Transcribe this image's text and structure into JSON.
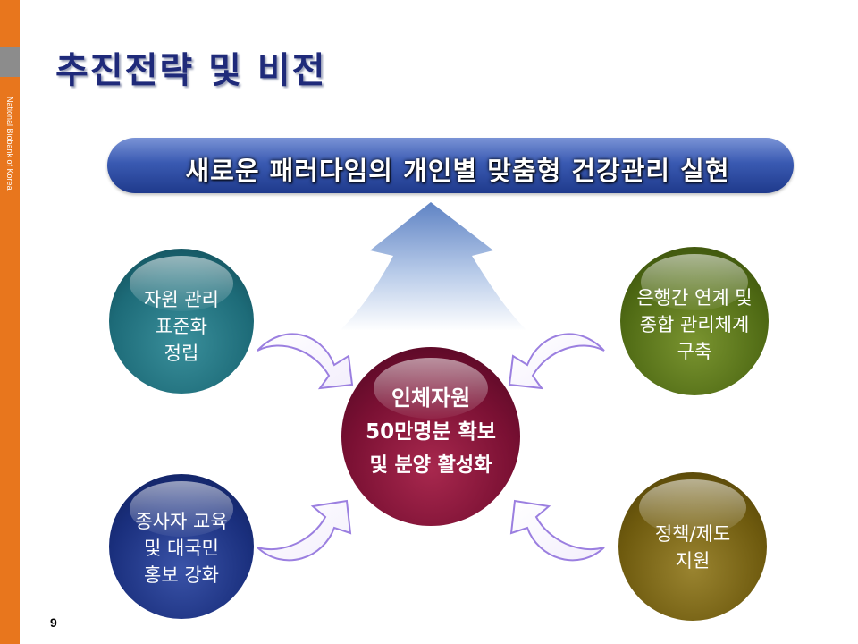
{
  "sidebar": {
    "text": "National Biobank of Korea"
  },
  "title": "추진전략 및 비전",
  "banner": {
    "text": "새로운 패러다임의 개인별 맞춤형 건강관리 실현"
  },
  "center": {
    "line1": "인체자원",
    "line2": "50만명분 확보",
    "line3": "및 분양 활성화",
    "color": "#7a1033"
  },
  "circles": {
    "top_left": {
      "lines": [
        "자원 관리",
        "표준화",
        "정립"
      ],
      "color": "#1d6b78"
    },
    "top_right": {
      "lines": [
        "은행간 연계 및",
        "종합 관리체계",
        "구축"
      ],
      "color": "#4f6a14"
    },
    "bottom_left": {
      "lines": [
        "종사자 교육",
        "및 대국민",
        "홍보 강화"
      ],
      "color": "#1a2f7d"
    },
    "bottom_right": {
      "lines": [
        "정책/제도",
        "지원"
      ],
      "color": "#6e5a0e"
    }
  },
  "page_number": "9"
}
